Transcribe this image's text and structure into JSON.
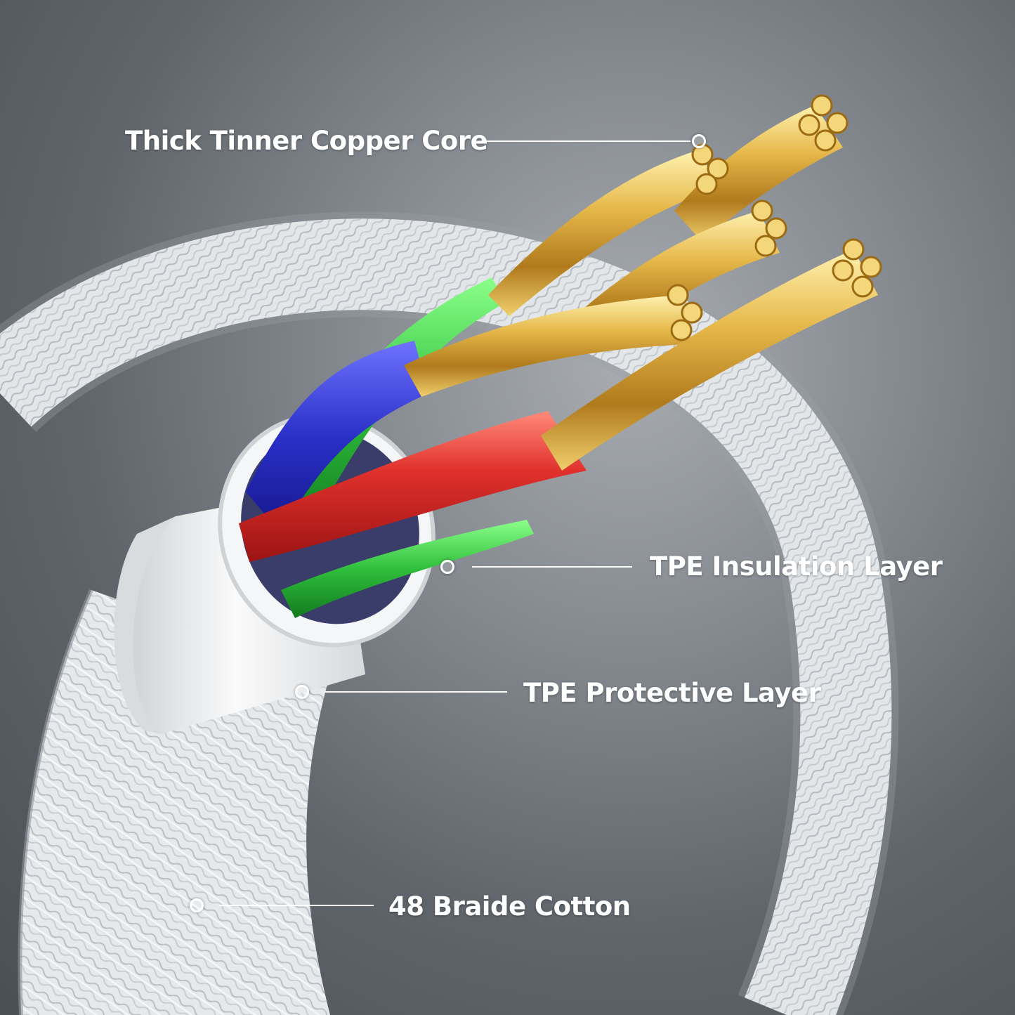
{
  "callouts": {
    "copper_core": "Thick Tinner Copper Core",
    "insulation": "TPE Insulation Layer",
    "protective": "TPE Protective Layer",
    "braid": "48 Braide Cotton"
  },
  "colors": {
    "background": "#6b7075",
    "braid": "#e9ecee",
    "jacket": "#f2f3f4",
    "wire_green": "#2fbf3c",
    "wire_blue": "#2a2fc8",
    "wire_red": "#e0302c",
    "copper": "#e3b545"
  }
}
